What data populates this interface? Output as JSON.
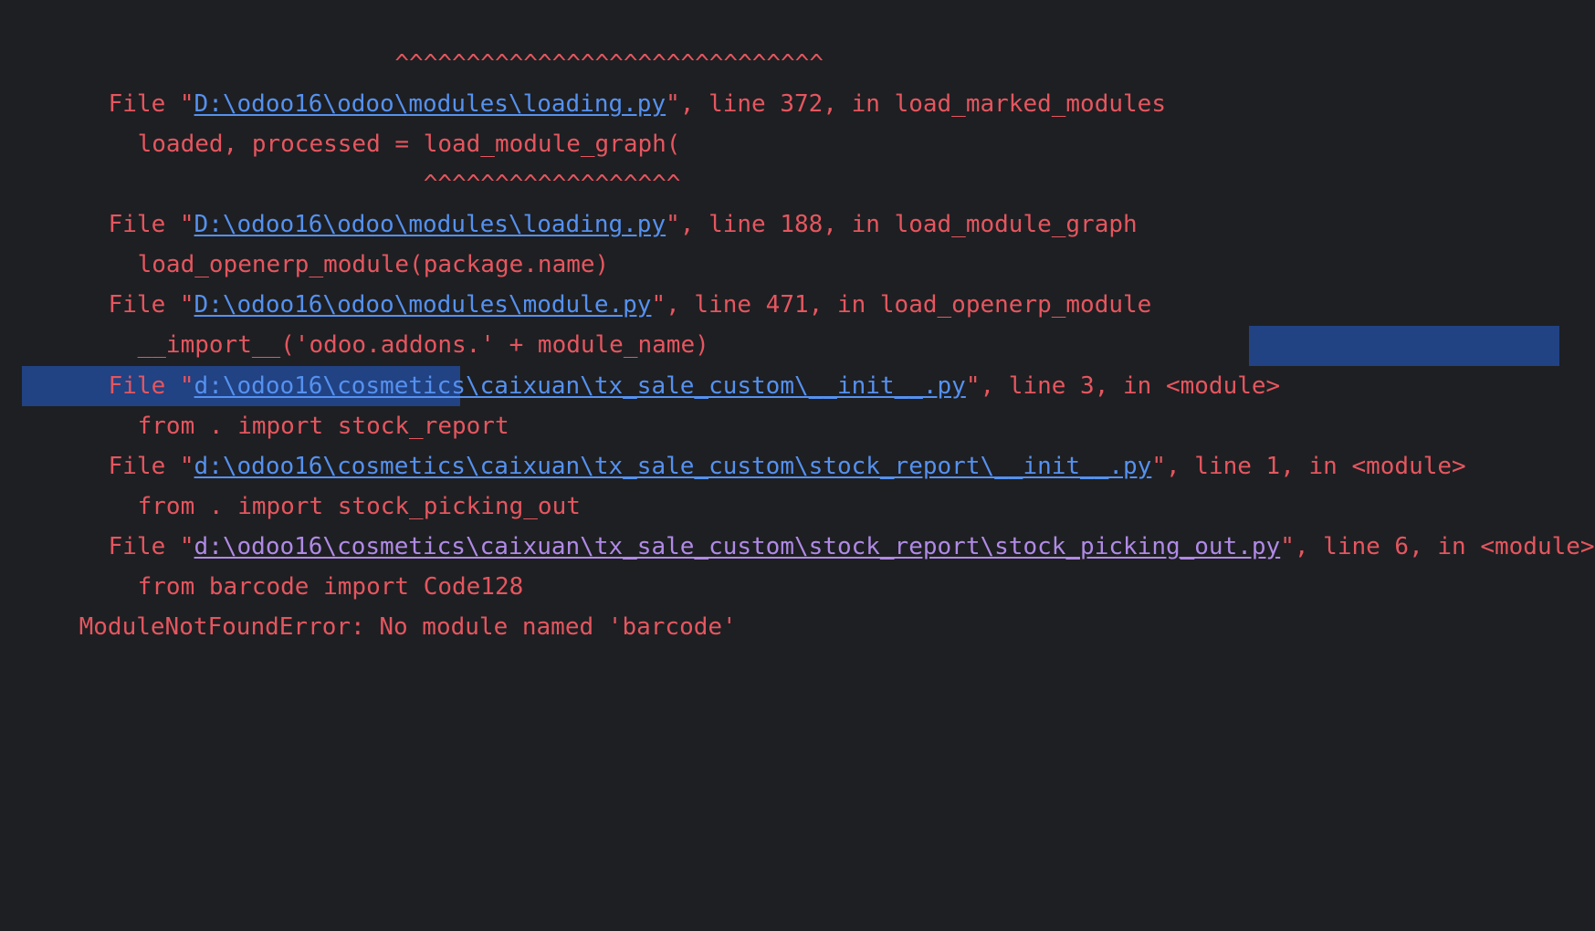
{
  "console": {
    "lines": [
      {
        "indent": "i2",
        "text": "                  ^^^^^^^^^^^^^^^^^^^^^^^^^^^^^^"
      },
      {
        "indent": "i1",
        "pre": "File \"",
        "link": "D:\\odoo16\\odoo\\modules\\loading.py",
        "post": "\", line 372, in load_marked_modules"
      },
      {
        "indent": "i2",
        "text": "loaded, processed = load_module_graph("
      },
      {
        "indent": "i2",
        "text": "                    ^^^^^^^^^^^^^^^^^^"
      },
      {
        "indent": "i1",
        "pre": "File \"",
        "link": "D:\\odoo16\\odoo\\modules\\loading.py",
        "post": "\", line 188, in load_module_graph"
      },
      {
        "indent": "i2",
        "text": "load_openerp_module(package.name)"
      },
      {
        "indent": "i1",
        "pre": "File \"",
        "link": "D:\\odoo16\\odoo\\modules\\module.py",
        "post": "\", line 471, in load_openerp_module"
      },
      {
        "indent": "i2",
        "text": "__import__('odoo.addons.' + module_name)"
      },
      {
        "indent": "i1",
        "pre": "File \"",
        "link": "d:\\odoo16\\cosmetics\\caixuan\\tx_sale_custom\\__init__.py",
        "post": "\", line 3, in <module>"
      },
      {
        "indent": "i2",
        "text": "from . import stock_report"
      },
      {
        "indent": "i1",
        "pre": "File \"",
        "link": "d:\\odoo16\\cosmetics\\caixuan\\tx_sale_custom\\stock_report\\__init__.py",
        "post": "\", line 1, in <module>"
      },
      {
        "indent": "i2",
        "text": "from . import stock_picking_out"
      },
      {
        "indent": "i1",
        "pre": "File \"",
        "link": "d:\\odoo16\\cosmetics\\caixuan\\tx_sale_custom\\stock_report\\stock_picking_out.py",
        "post": "\", line 6, in <module>",
        "visited": true
      },
      {
        "indent": "i2",
        "text": "from barcode import Code128"
      },
      {
        "indent": "i0",
        "text": "ModuleNotFoundError: No module named 'barcode'"
      }
    ]
  },
  "colors": {
    "background": "#1e1f22",
    "error_text": "#e5565f",
    "link": "#5591f0",
    "visited_link": "#b08ae6",
    "selection": "#214283"
  }
}
